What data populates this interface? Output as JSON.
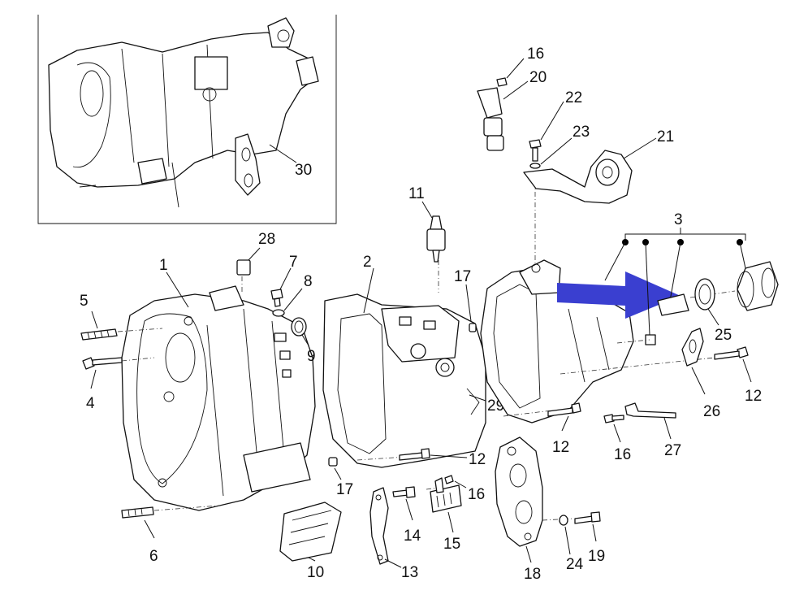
{
  "diagram": {
    "callouts": [
      {
        "id": "c1",
        "text": "1"
      },
      {
        "id": "c2",
        "text": "2"
      },
      {
        "id": "c3",
        "text": "3"
      },
      {
        "id": "c4",
        "text": "4"
      },
      {
        "id": "c5",
        "text": "5"
      },
      {
        "id": "c6",
        "text": "6"
      },
      {
        "id": "c7",
        "text": "7"
      },
      {
        "id": "c8",
        "text": "8"
      },
      {
        "id": "c9",
        "text": "9"
      },
      {
        "id": "c10",
        "text": "10"
      },
      {
        "id": "c11",
        "text": "11"
      },
      {
        "id": "c12a",
        "text": "12"
      },
      {
        "id": "c12b",
        "text": "12"
      },
      {
        "id": "c12c",
        "text": "12"
      },
      {
        "id": "c13",
        "text": "13"
      },
      {
        "id": "c14",
        "text": "14"
      },
      {
        "id": "c15",
        "text": "15"
      },
      {
        "id": "c16a",
        "text": "16"
      },
      {
        "id": "c16b",
        "text": "16"
      },
      {
        "id": "c16c",
        "text": "16"
      },
      {
        "id": "c17a",
        "text": "17"
      },
      {
        "id": "c17b",
        "text": "17"
      },
      {
        "id": "c18",
        "text": "18"
      },
      {
        "id": "c19",
        "text": "19"
      },
      {
        "id": "c20",
        "text": "20"
      },
      {
        "id": "c21",
        "text": "21"
      },
      {
        "id": "c22",
        "text": "22"
      },
      {
        "id": "c23",
        "text": "23"
      },
      {
        "id": "c24",
        "text": "24"
      },
      {
        "id": "c25",
        "text": "25"
      },
      {
        "id": "c26",
        "text": "26"
      },
      {
        "id": "c27",
        "text": "27"
      },
      {
        "id": "c28",
        "text": "28"
      },
      {
        "id": "c29",
        "text": "29"
      },
      {
        "id": "c30",
        "text": "30"
      }
    ],
    "highlight_arrow_color": "#3a3fd0"
  }
}
